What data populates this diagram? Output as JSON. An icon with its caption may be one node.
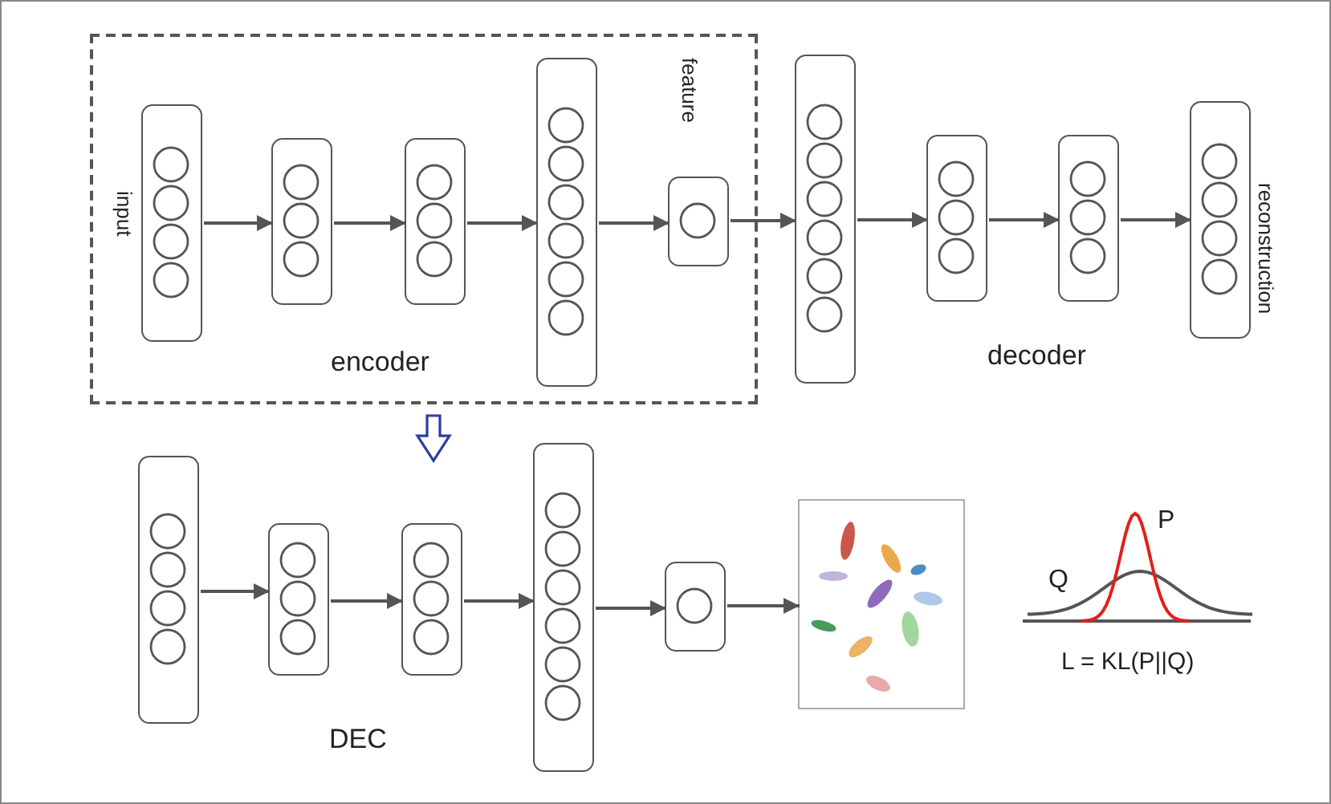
{
  "diagram": {
    "nodes": [
      {
        "text": [
          "encoder"
        ]
      },
      {
        "text": [],
        "shape": "box",
        "in": 0,
        "beside": [
          "input"
        ]
      },
      {
        "text": [],
        "shape": "box",
        "in": 0
      },
      {
        "text": [],
        "shape": "box",
        "in": 0
      },
      {
        "text": [],
        "shape": "box",
        "in": 0
      },
      {
        "text": [],
        "shape": "box",
        "in": 0,
        "beside": [
          "feature"
        ]
      },
      {
        "text": [],
        "shape": "box"
      },
      {
        "text": [],
        "shape": "box"
      },
      {
        "text": [],
        "shape": "box"
      },
      {
        "text": [],
        "shape": "box",
        "beside": [
          "reconstruction"
        ]
      },
      {
        "text": [],
        "shape": "box"
      },
      {
        "text": [],
        "shape": "box"
      },
      {
        "text": [],
        "shape": "box"
      },
      {
        "text": [],
        "shape": "box"
      },
      {
        "text": [],
        "shape": "box"
      },
      {
        "text": [],
        "shape": "picture"
      }
    ],
    "edges": [
      {
        "from": 1,
        "to": 2,
        "arrow": "to"
      },
      {
        "from": 2,
        "to": 3,
        "arrow": "to"
      },
      {
        "from": 3,
        "to": 4,
        "arrow": "to"
      },
      {
        "from": 4,
        "to": 5,
        "arrow": "to"
      },
      {
        "from": 5,
        "to": 6,
        "arrow": "to"
      },
      {
        "from": 6,
        "to": 7,
        "arrow": "to"
      },
      {
        "from": 7,
        "to": 8,
        "arrow": "to"
      },
      {
        "from": 8,
        "to": 9,
        "arrow": "to"
      },
      {
        "from": 10,
        "to": 11,
        "arrow": "to"
      },
      {
        "from": 11,
        "to": 12,
        "arrow": "to"
      },
      {
        "from": 12,
        "to": 13,
        "arrow": "to"
      },
      {
        "from": 13,
        "to": 14,
        "arrow": "to"
      },
      {
        "from": 14,
        "to": 15,
        "arrow": "to"
      },
      {
        "from": 0,
        "to": 12,
        "arrow": "to",
        "style": "thick",
        "color": "#2b3ea0"
      }
    ],
    "labels": [
      "decoder",
      "DEC",
      "P",
      "Q",
      "L = KL(P||Q)"
    ]
  }
}
